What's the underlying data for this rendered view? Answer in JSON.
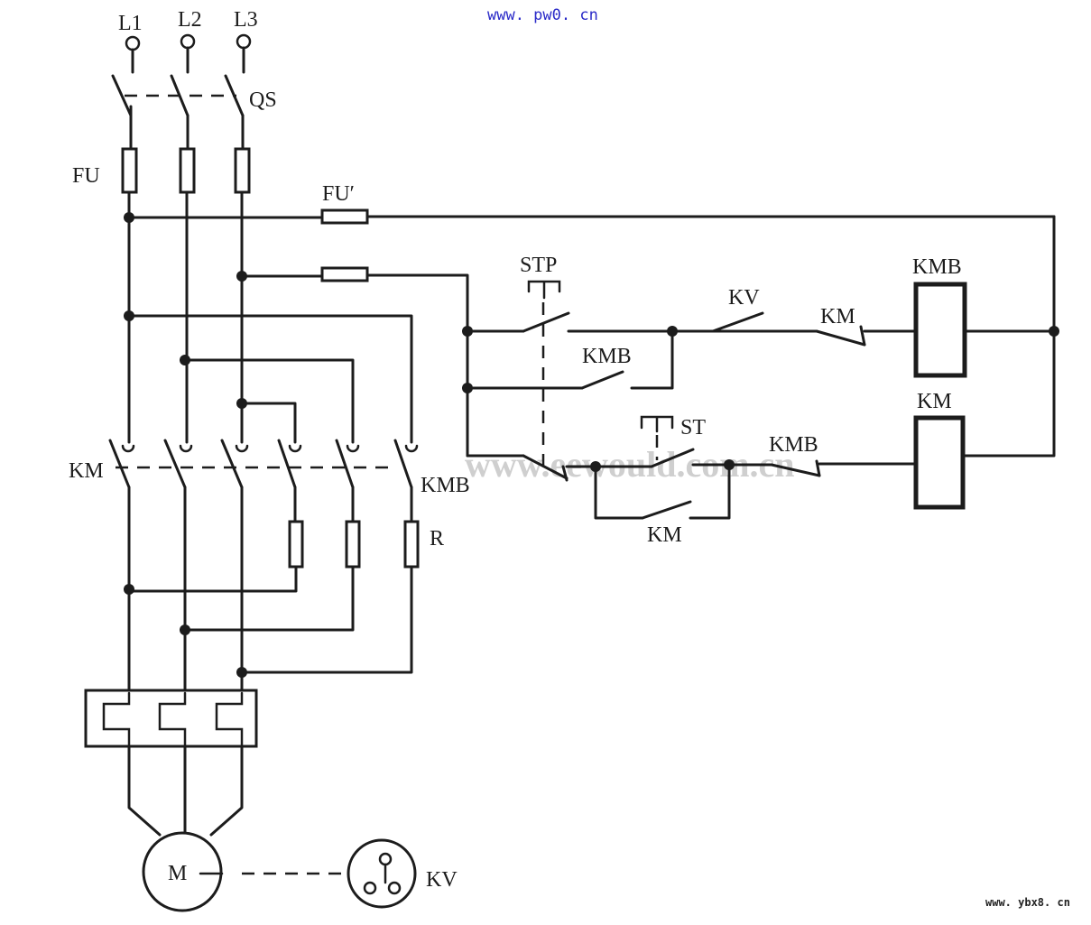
{
  "watermarks": {
    "top": "www. pw0. cn",
    "middle": "www.eewould.com.cn",
    "bottom": "www. ybx8. cn"
  },
  "labels": {
    "l1": "L1",
    "l2": "L2",
    "l3": "L3",
    "qs": "QS",
    "fu": "FU",
    "fu_control": "FU′",
    "stp": "STP",
    "st": "ST",
    "kv_contact": "KV",
    "km_nc_contact": "KM",
    "kmb_coil": "KMB",
    "kmb_hold": "KMB",
    "km_coil": "KM",
    "kmb_nc_contact": "KMB",
    "km_hold": "KM",
    "km_main": "KM",
    "kmb_main": "KMB",
    "resistor": "R",
    "motor": "M",
    "speed_relay": "KV"
  }
}
